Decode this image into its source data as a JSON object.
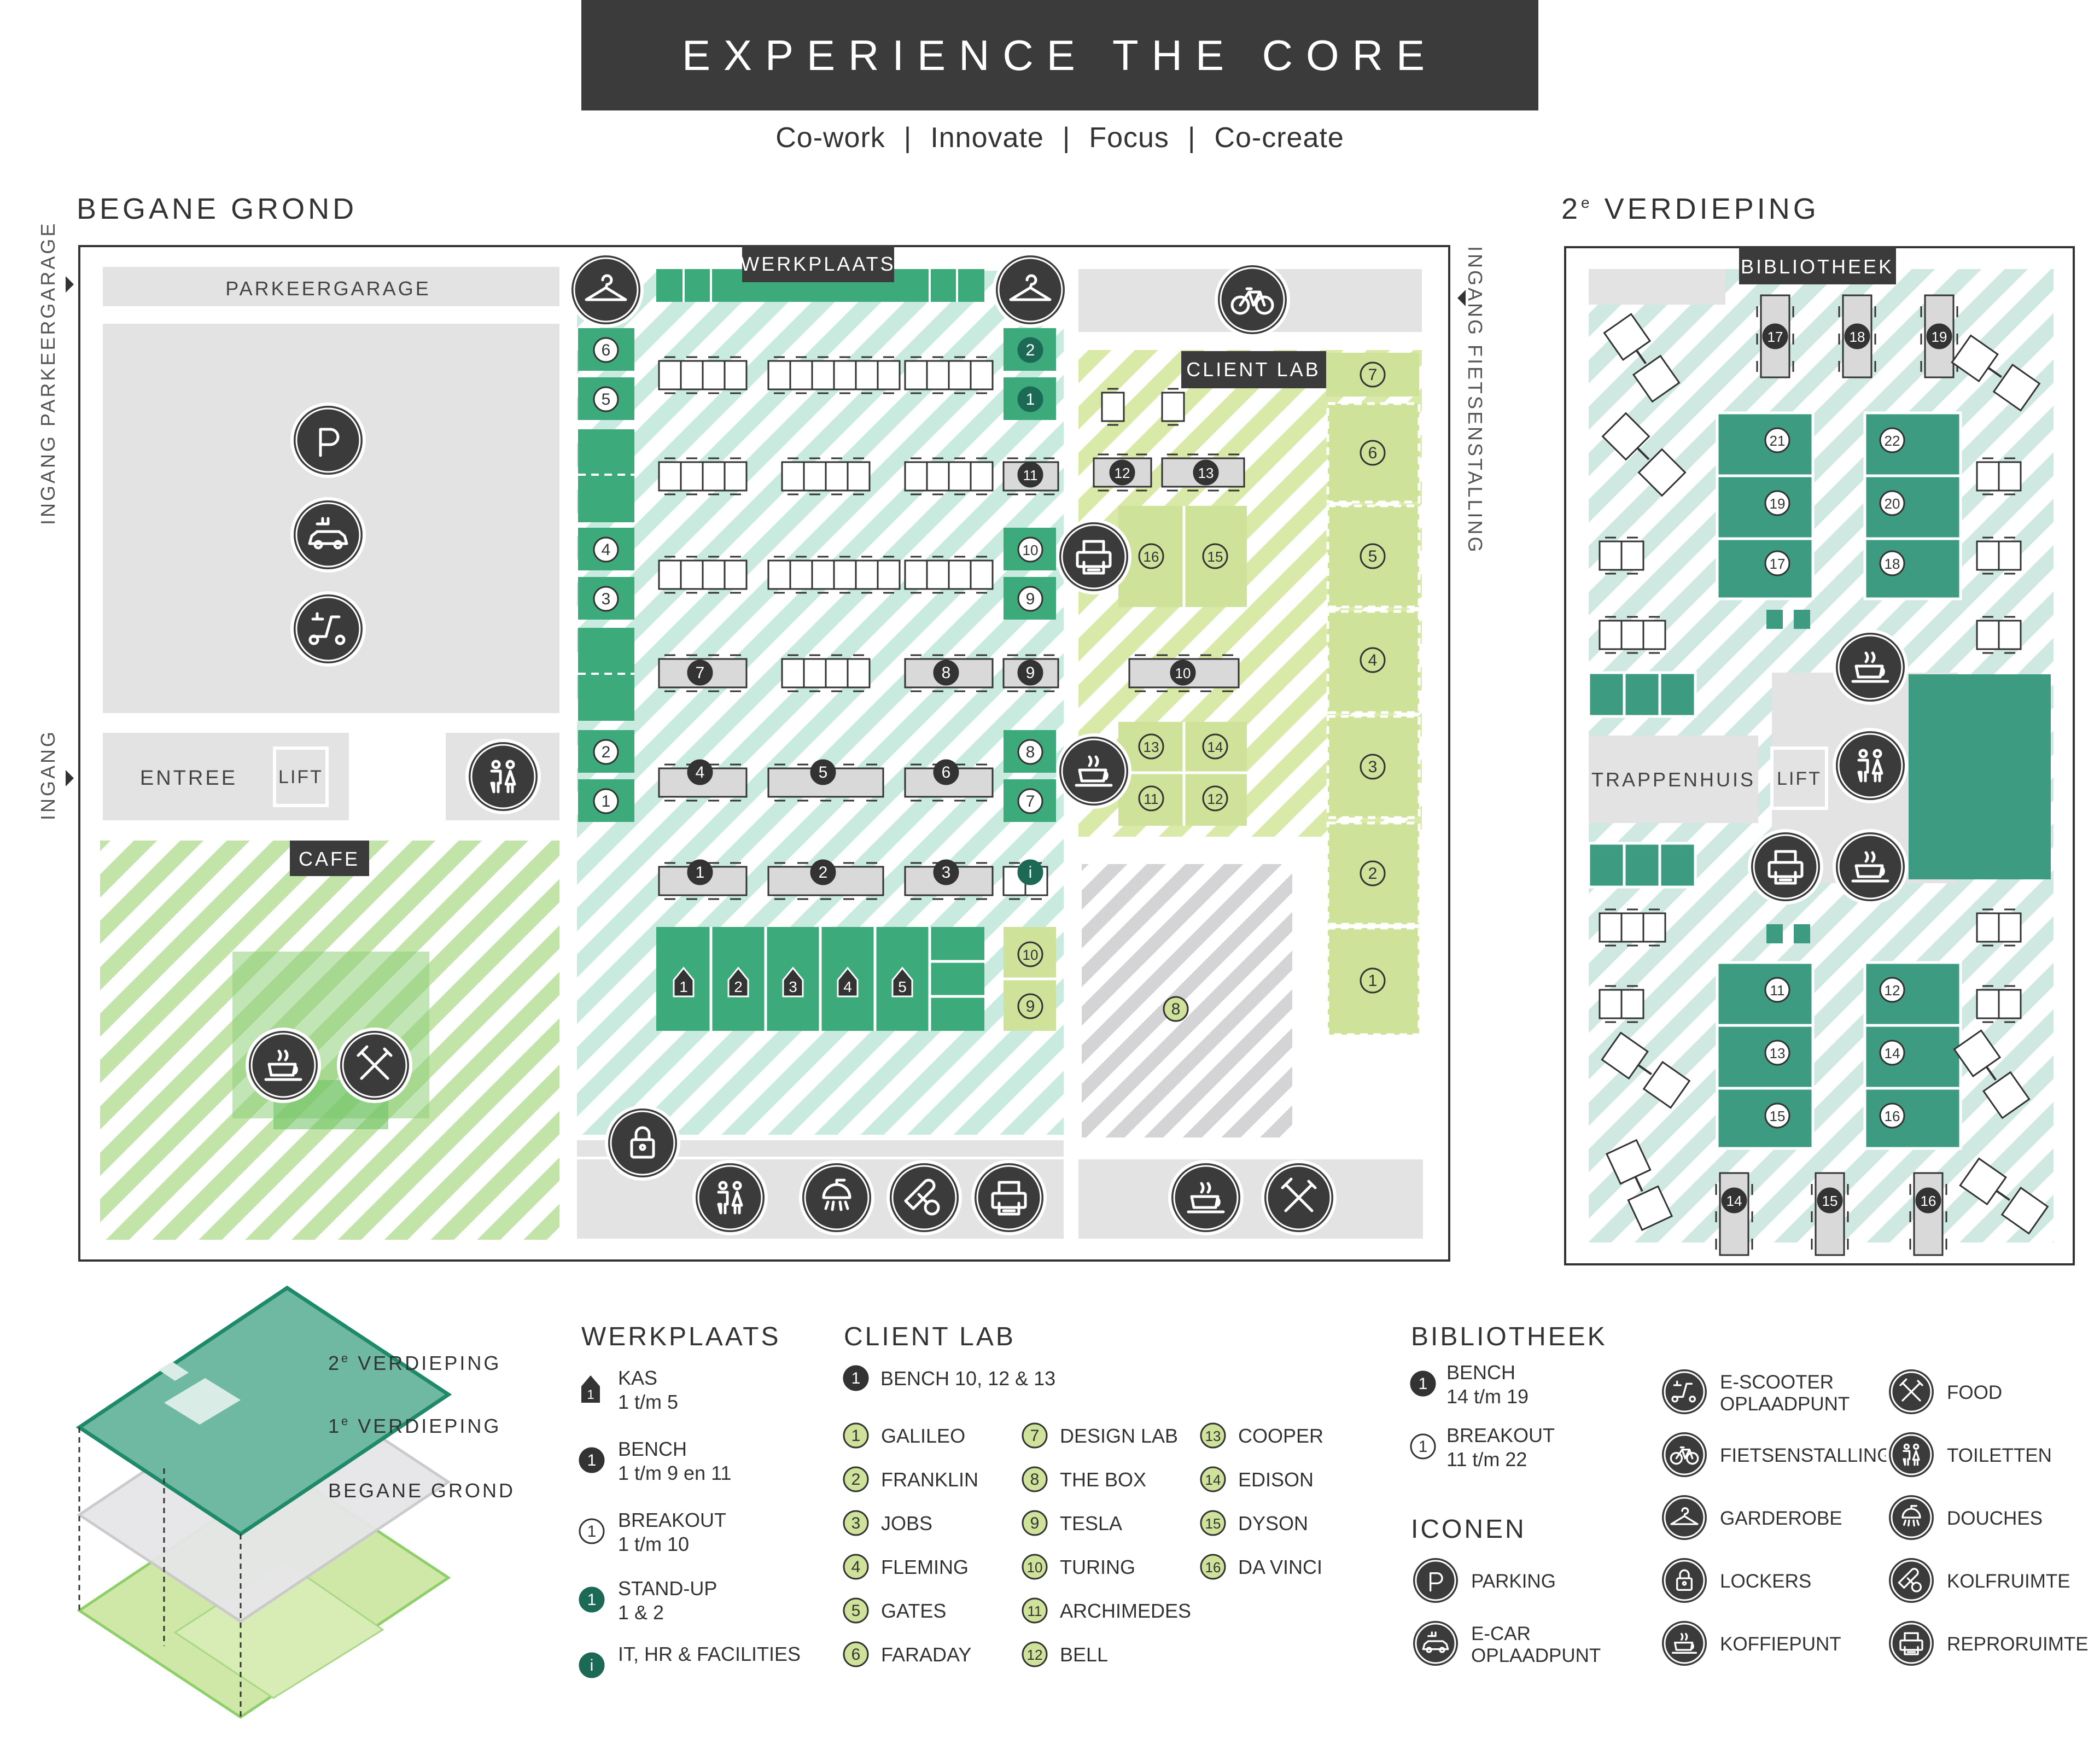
{
  "header": {
    "title": "EXPERIENCE THE CORE",
    "subtitle": [
      "Co-work",
      "Innovate",
      "Focus",
      "Co-create"
    ]
  },
  "ground_floor": {
    "heading": "BEGANE GROND",
    "entry_parking": "INGANG PARKEERGARAGE",
    "entry_main": "INGANG",
    "entry_bikes": "INGANG FIETSENSTALLING",
    "parking_garage": "PARKEERGARAGE",
    "entrance": "ENTREE",
    "lift": "LIFT",
    "cafe": "CAFE",
    "werkplaats": "WERKPLAATS",
    "client_lab": "CLIENT LAB"
  },
  "second_floor": {
    "heading": "2e VERDIEPING",
    "heading_main": "2",
    "heading_sup": "e",
    "heading_rest": " VERDIEPING",
    "bibliotheek": "BIBLIOTHEEK",
    "stairwell": "TRAPPENHUIS",
    "lift": "LIFT"
  },
  "floor_stack": {
    "second": "2e VERDIEPING",
    "first": "1e VERDIEPING",
    "ground": "BEGANE GROND"
  },
  "legend": {
    "werkplaats": {
      "title": "WERKPLAATS",
      "items": [
        {
          "marker": "1",
          "line1": "KAS",
          "line2": "1 t/m 5"
        },
        {
          "marker": "1",
          "line1": "BENCH",
          "line2": "1 t/m 9 en 11"
        },
        {
          "marker": "1",
          "line1": "BREAKOUT",
          "line2": "1 t/m 10"
        },
        {
          "marker": "1",
          "line1": "STAND-UP",
          "line2": "1 & 2"
        },
        {
          "marker": "i",
          "line1": "IT, HR & FACILITIES",
          "line2": ""
        }
      ]
    },
    "client_lab": {
      "title": "CLIENT LAB",
      "bench": {
        "marker": "1",
        "text": "BENCH 10, 12 & 13"
      },
      "rooms": [
        {
          "n": "1",
          "name": "GALILEO"
        },
        {
          "n": "2",
          "name": "FRANKLIN"
        },
        {
          "n": "3",
          "name": "JOBS"
        },
        {
          "n": "4",
          "name": "FLEMING"
        },
        {
          "n": "5",
          "name": "GATES"
        },
        {
          "n": "6",
          "name": "FARADAY"
        },
        {
          "n": "7",
          "name": "DESIGN LAB"
        },
        {
          "n": "8",
          "name": "THE BOX"
        },
        {
          "n": "9",
          "name": "TESLA"
        },
        {
          "n": "10",
          "name": "TURING"
        },
        {
          "n": "11",
          "name": "ARCHIMEDES"
        },
        {
          "n": "12",
          "name": "BELL"
        },
        {
          "n": "13",
          "name": "COOPER"
        },
        {
          "n": "14",
          "name": "EDISON"
        },
        {
          "n": "15",
          "name": "DYSON"
        },
        {
          "n": "16",
          "name": "DA VINCI"
        }
      ]
    },
    "bibliotheek": {
      "title": "BIBLIOTHEEK",
      "items": [
        {
          "marker": "1",
          "line1": "BENCH",
          "line2": "14 t/m 19"
        },
        {
          "marker": "1",
          "line1": "BREAKOUT",
          "line2": "11 t/m 22"
        }
      ]
    },
    "iconen": {
      "title": "ICONEN",
      "items": [
        {
          "icon": "parking-icon",
          "glyph": "p",
          "line1": "PARKING",
          "line2": ""
        },
        {
          "icon": "e-car-icon",
          "glyph": "",
          "line1": "E-CAR",
          "line2": "OPLAADPUNT"
        },
        {
          "icon": "e-scooter-icon",
          "glyph": "",
          "line1": "E-SCOOTER",
          "line2": "OPLAADPUNT"
        },
        {
          "icon": "bicycle-icon",
          "glyph": "",
          "line1": "FIETSENSTALLING",
          "line2": ""
        },
        {
          "icon": "hanger-icon",
          "glyph": "",
          "line1": "GARDEROBE",
          "line2": ""
        },
        {
          "icon": "lock-icon",
          "glyph": "",
          "line1": "LOCKERS",
          "line2": ""
        },
        {
          "icon": "coffee-icon",
          "glyph": "",
          "line1": "KOFFIEPUNT",
          "line2": ""
        },
        {
          "icon": "food-icon",
          "glyph": "",
          "line1": "FOOD",
          "line2": ""
        },
        {
          "icon": "toilet-icon",
          "glyph": "",
          "line1": "TOILETTEN",
          "line2": ""
        },
        {
          "icon": "shower-icon",
          "glyph": "",
          "line1": "DOUCHES",
          "line2": ""
        },
        {
          "icon": "pump-icon",
          "glyph": "",
          "line1": "KOLFRUIMTE",
          "line2": ""
        },
        {
          "icon": "printer-icon",
          "glyph": "",
          "line1": "REPRORUIMTE",
          "line2": ""
        }
      ]
    }
  },
  "map_labels": {
    "standup": [
      "2",
      "1"
    ],
    "breakout_left": [
      "6",
      "5",
      "4",
      "3",
      "2",
      "1"
    ],
    "breakout_right": [
      "10",
      "9",
      "8",
      "7"
    ],
    "breakout_bottom": [
      "10",
      "9"
    ],
    "bench_werk": [
      "11",
      "7",
      "8",
      "9",
      "4",
      "5",
      "6",
      "1",
      "2",
      "3"
    ],
    "kas": [
      "1",
      "2",
      "3",
      "4",
      "5"
    ],
    "info": "i",
    "client_bench": [
      "12",
      "13",
      "10"
    ],
    "client_rooms": [
      "16",
      "15",
      "13",
      "14",
      "11",
      "12",
      "7",
      "6",
      "5",
      "4",
      "3",
      "2",
      "1",
      "8"
    ],
    "lib_bench": [
      "17",
      "18",
      "19",
      "14",
      "15",
      "16"
    ],
    "lib_breakout": [
      "21",
      "19",
      "17",
      "22",
      "20",
      "18",
      "11",
      "13",
      "15",
      "12",
      "14",
      "16"
    ]
  },
  "colors": {
    "dark": "#3b3b3b",
    "werk_green": "#3daa7c",
    "werk_light": "#c9eadf",
    "client_lime": "#cfe29a",
    "client_lime_dark": "#b5d36a",
    "cafe_green": "#b9e0a0",
    "lib_teal": "#3d9b82",
    "lib_light": "#cfe8e2",
    "grey": "#e3e3e4",
    "stand_up": "#1c6a55"
  }
}
